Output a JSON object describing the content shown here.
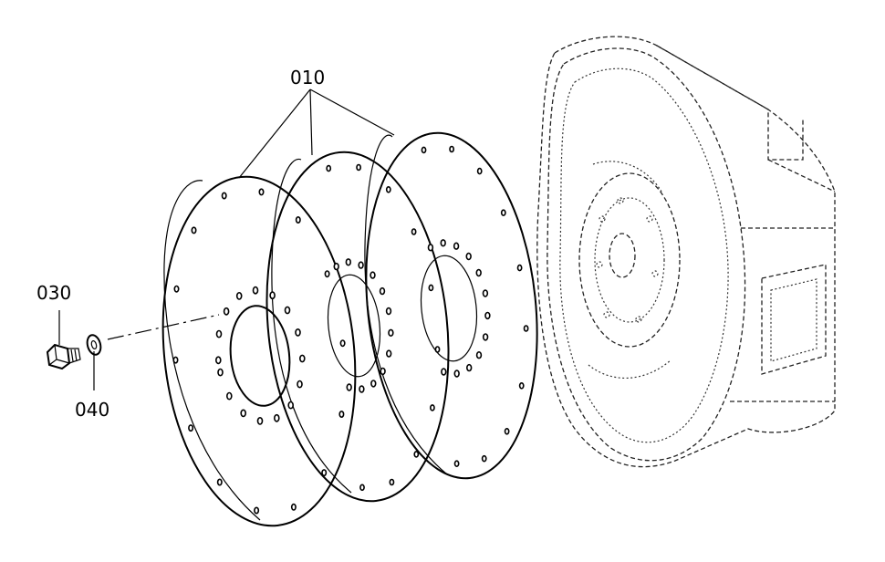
{
  "callouts": {
    "flex_plates": "010",
    "bolt": "030",
    "washer": "040"
  }
}
